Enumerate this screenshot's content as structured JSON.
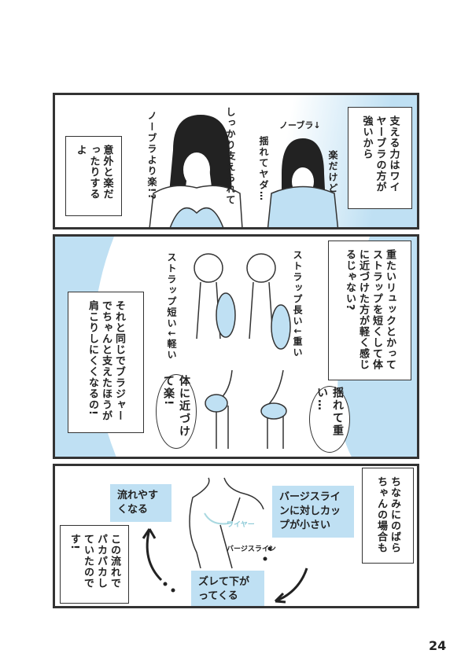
{
  "colors": {
    "accent_blue": "#bfe0f3",
    "ink": "#333333"
  },
  "panel1": {
    "caption_left": "意外と楽だったりするよ",
    "caption_right": "支える力はワイヤーブラの方が強いから",
    "hand_1": "ノーブラより楽!?",
    "hand_2": "しっかり支えられて",
    "hand_3": "ノーブラ↓",
    "hand_4": "揺れてヤダ…",
    "hand_5": "楽だけど"
  },
  "panel2": {
    "caption_right": "重たいリュックとかってストラップを短くして体に近づけた方が軽く感じるじゃない?",
    "caption_left": "それと同じでブラジャーでちゃんと支えたほうが肩こりしにくくなるの!",
    "hand_short": "ストラップ短い↓軽い",
    "hand_long": "ストラップ長い↓重い",
    "bubble_left": "体に近づけて楽!",
    "bubble_right": "揺れて重い…"
  },
  "panel3": {
    "caption_right": "ちなみにのばらちゃんの場合も",
    "caption_left": "この流れでパカパカしていたのです!",
    "step_1": "バージスラインに対しカップが小さい",
    "step_2": "ズレて下がってくる",
    "step_3": "流れやすくなる",
    "label_wire": "ワイヤー",
    "label_line": "バージスライン"
  },
  "page_number": "24"
}
